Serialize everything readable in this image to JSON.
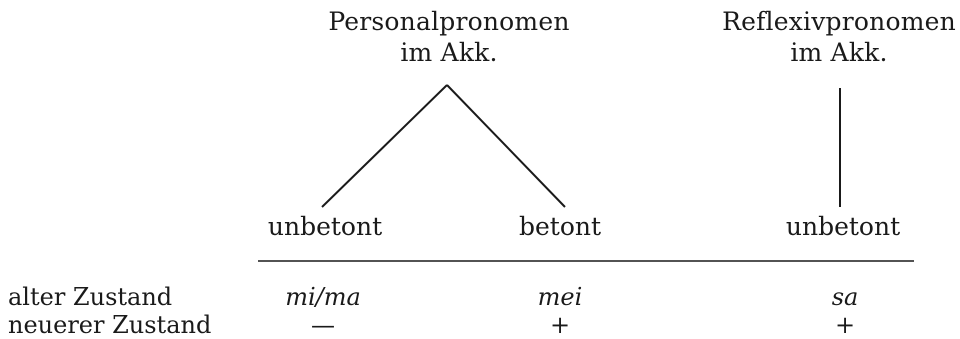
{
  "top_nodes": [
    {
      "line1": "Personalpronomen",
      "line2": "im Akk."
    },
    {
      "line1": "Reflexivpronomen",
      "line2": "im Akk."
    }
  ],
  "leaves": [
    "unbetont",
    "betont",
    "unbetont"
  ],
  "rows": [
    {
      "label": "alter Zustand",
      "values": [
        "mi/ma",
        "mei",
        "sa"
      ]
    },
    {
      "label": "neuerer Zustand",
      "values": [
        "—",
        "+",
        "+"
      ]
    }
  ]
}
